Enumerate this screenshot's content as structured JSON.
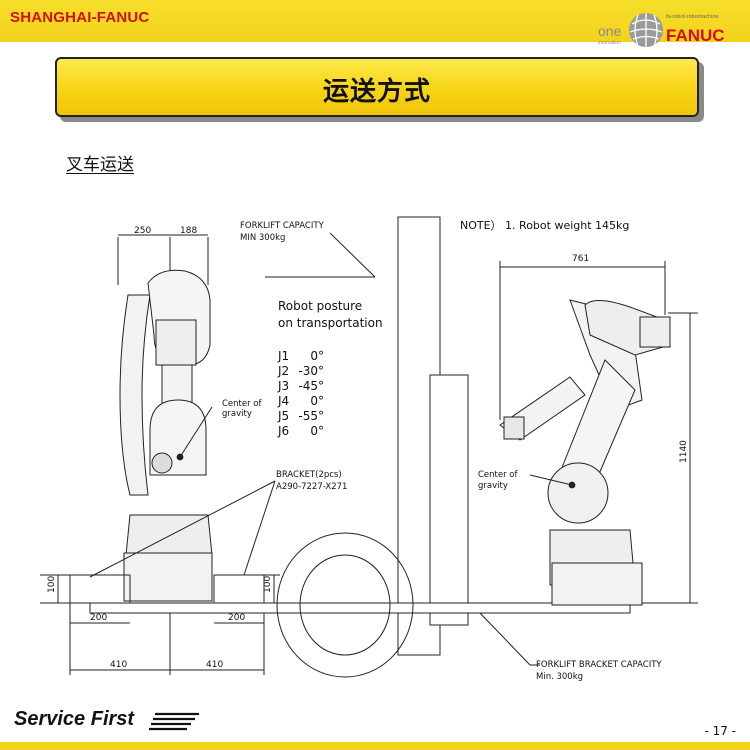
{
  "header": {
    "brand": "SHANGHAI-FANUC",
    "logo_one": "one",
    "logo_innovation": "innovation",
    "logo_tagline": "fa-robot-robomachine",
    "logo_fanuc": "FANUC"
  },
  "banner": {
    "title": "运送方式"
  },
  "subtitle": "叉车运送",
  "drawing": {
    "note": "NOTE） 1. Robot weight  145kg",
    "forklift_capacity_line1": "FORKLIFT CAPACITY",
    "forklift_capacity_line2": "MIN 300kg",
    "posture_line1": "Robot posture",
    "posture_line2": "on transportation",
    "joints": [
      {
        "name": "J1",
        "angle": "0°"
      },
      {
        "name": "J2",
        "angle": "-30°"
      },
      {
        "name": "J3",
        "angle": "-45°"
      },
      {
        "name": "J4",
        "angle": "0°"
      },
      {
        "name": "J5",
        "angle": "-55°"
      },
      {
        "name": "J6",
        "angle": "0°"
      }
    ],
    "cog_left_line1": "Center of",
    "cog_left_line2": "gravity",
    "cog_right_line1": "Center of",
    "cog_right_line2": "gravity",
    "bracket_line1": "BRACKET(2pcs)",
    "bracket_line2": "A290-7227-X271",
    "bracket_capacity_line1": "FORKLIFT BRACKET CAPACITY",
    "bracket_capacity_line2": "Min. 300kg",
    "dims": {
      "d250": "250",
      "d188": "188",
      "d100_left": "100",
      "d100_right": "100",
      "d200_left": "200",
      "d200_right": "200",
      "d410_left": "410",
      "d410_right": "410",
      "d761": "761",
      "d1140": "1140"
    }
  },
  "footer": {
    "service": "Service First",
    "page": "- 17 -"
  },
  "colors": {
    "yellow": "#f4d21c",
    "brand_red": "#d10f0f",
    "fanuc_red": "#d10f0f"
  }
}
